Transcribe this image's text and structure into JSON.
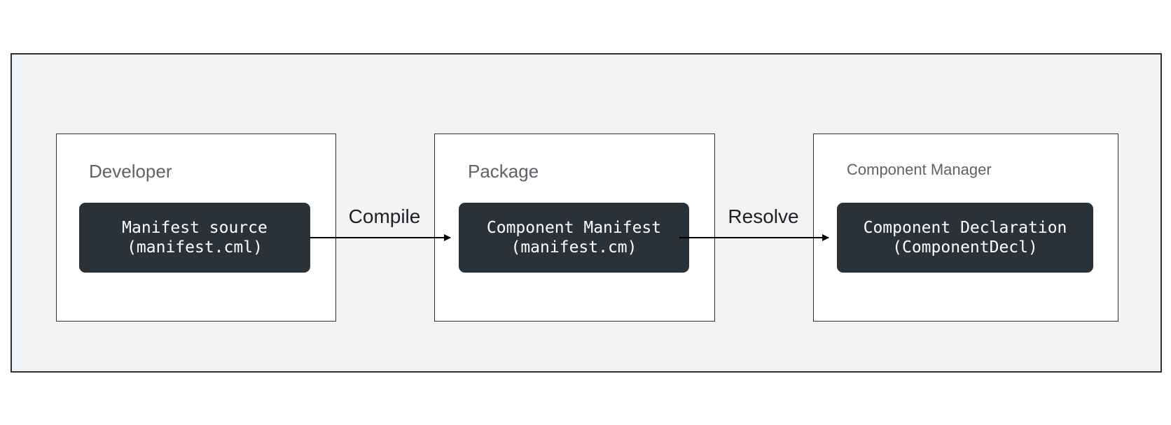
{
  "stages": [
    {
      "label": "Developer",
      "artifact": {
        "line1": "Manifest source",
        "line2": "(manifest.cml)"
      }
    },
    {
      "label": "Package",
      "artifact": {
        "line1": "Component Manifest",
        "line2": "(manifest.cm)"
      }
    },
    {
      "label": "Component Manager",
      "artifact": {
        "line1": "Component Declaration",
        "line2": "(ComponentDecl)"
      }
    }
  ],
  "edges": [
    {
      "label": "Compile"
    },
    {
      "label": "Resolve"
    }
  ],
  "colors": {
    "background": "#f1f3f4",
    "node_fill": "#2a3238",
    "node_text": "#ffffff",
    "stage_label": "#5f6368"
  }
}
